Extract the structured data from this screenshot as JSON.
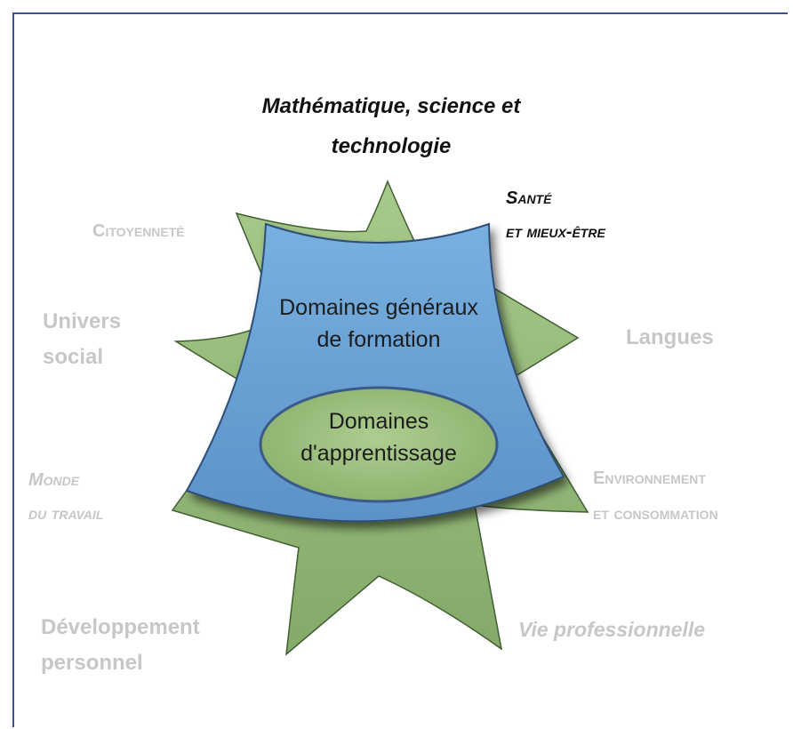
{
  "colors": {
    "star_green": "#95b876",
    "star_edge": "#3f5f32",
    "panel_blue": "#6ba3d6",
    "panel_edge": "#2d4d77",
    "oval_green": "#9ec07f",
    "label_grey": "#c7c7c7",
    "label_dark": "#111111",
    "frame_border": "#40508c"
  },
  "center": {
    "panel_line1": "Domaines généraux",
    "panel_line2": "de formation",
    "oval_line1": "Domaines",
    "oval_line2": "d'apprentissage"
  },
  "labels": {
    "math_line1": "Mathématique, science et",
    "math_line2": "technologie",
    "sante_line1": "Santé",
    "sante_line2": "et mieux-être",
    "citoyennete": "Citoyenneté",
    "univers_line1": "Univers",
    "univers_line2": "social",
    "langues": "Langues",
    "monde_line1": "Monde",
    "monde_line2": "du travail",
    "environnement_line1": "Environnement",
    "environnement_line2": "et consommation",
    "developpement_line1": "Développement",
    "developpement_line2": "personnel",
    "vie_pro": "Vie professionnelle"
  }
}
